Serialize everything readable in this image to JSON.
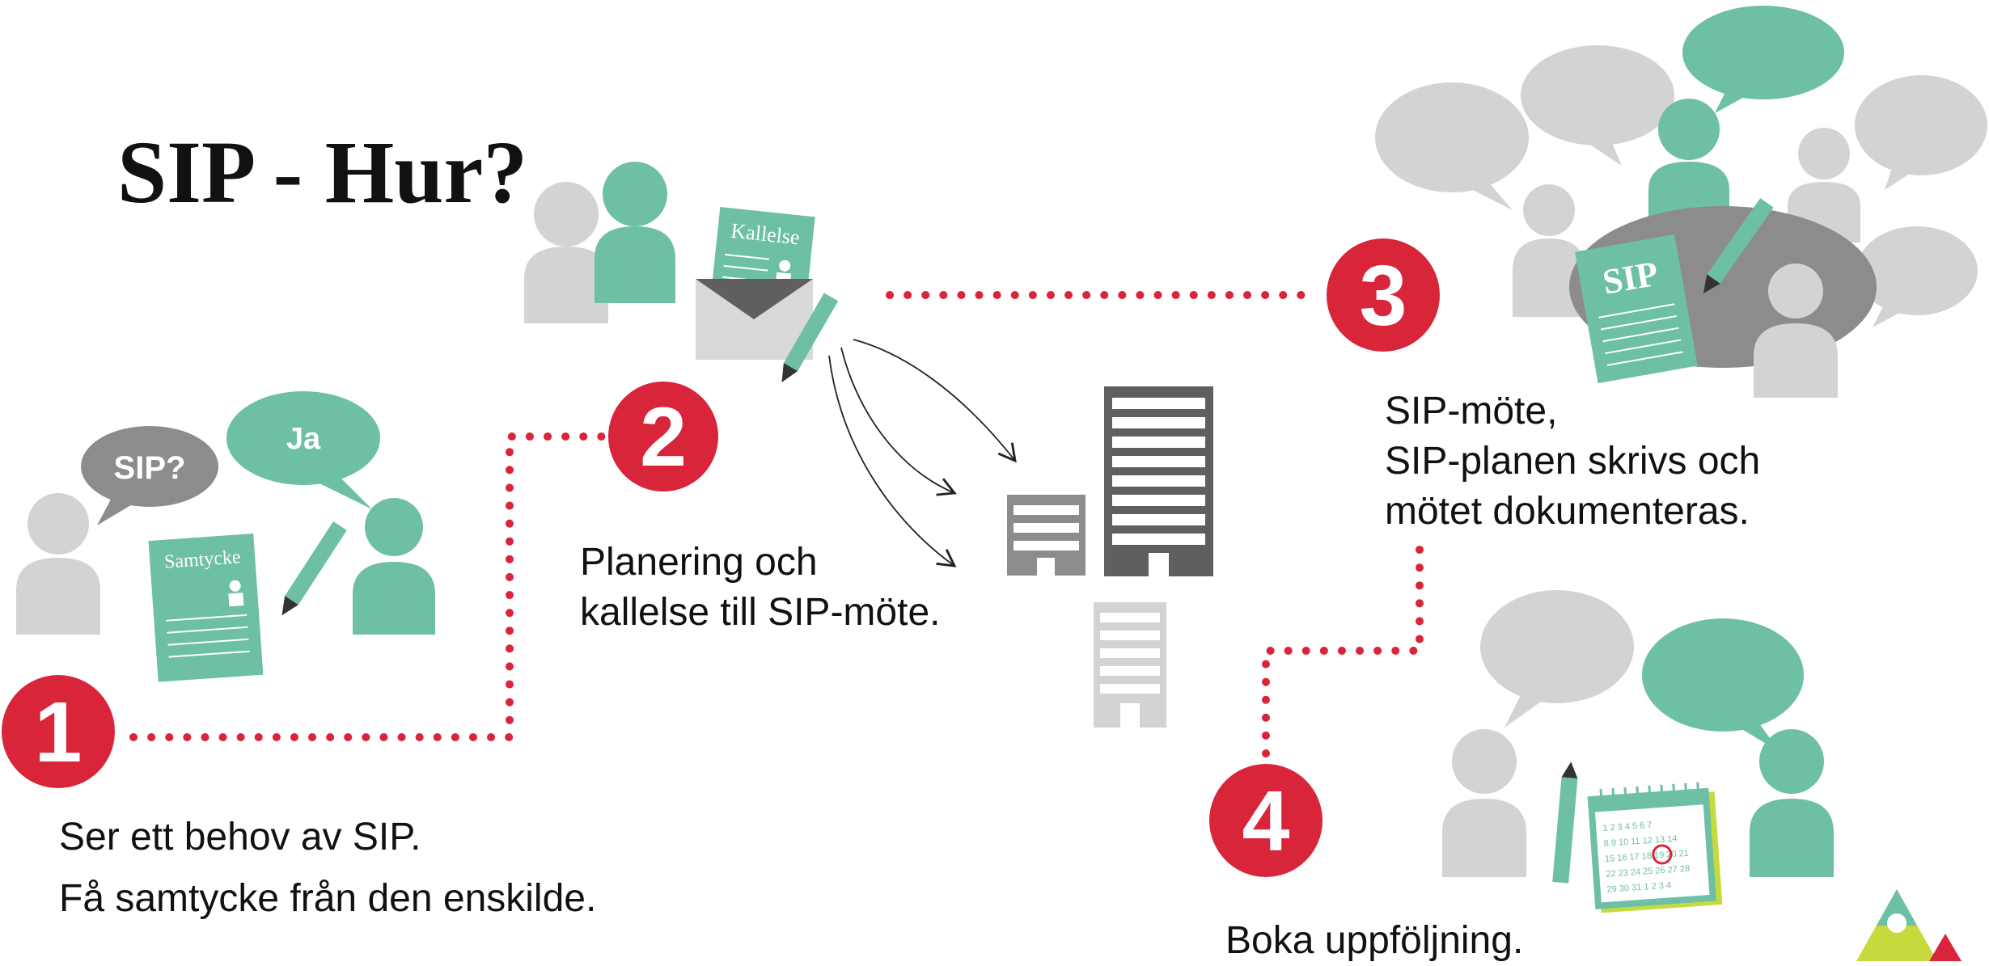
{
  "title": "SIP - Hur?",
  "steps": [
    {
      "number": "1",
      "lines": [
        "Ser ett behov av SIP.",
        "Få samtycke från den enskilde."
      ]
    },
    {
      "number": "2",
      "lines": [
        "Planering och",
        "kallelse till SIP-möte."
      ]
    },
    {
      "number": "3",
      "lines": [
        "SIP-möte,",
        "SIP-planen skrivs och",
        "mötet dokumenteras."
      ]
    },
    {
      "number": "4",
      "lines": [
        "Boka uppföljning."
      ]
    }
  ],
  "bubbles": {
    "sip_question": "SIP?",
    "yes": "Ja"
  },
  "documents": {
    "consent": "Samtycke",
    "invitation": "Kallelse",
    "plan": "SIP"
  },
  "calendar": {
    "rows": [
      "1 2 3 4 5 6 7",
      "8 9 10 11 12 13 14",
      "15 16 17 18 19 20 21",
      "22 23 24 25 26 27 28",
      "29 30 31 1 2 3 4"
    ]
  },
  "colors": {
    "accent_red": "#d9253a",
    "teal": "#6dbfa6",
    "gray_light": "#d3d3d3",
    "gray_mid": "#8c8c8c",
    "gray_dark": "#5f5f5f"
  },
  "icons": [
    "person-icon",
    "speech-bubble-icon",
    "document-icon",
    "pencil-icon",
    "envelope-icon",
    "building-icon",
    "calendar-icon",
    "logo-icon"
  ]
}
